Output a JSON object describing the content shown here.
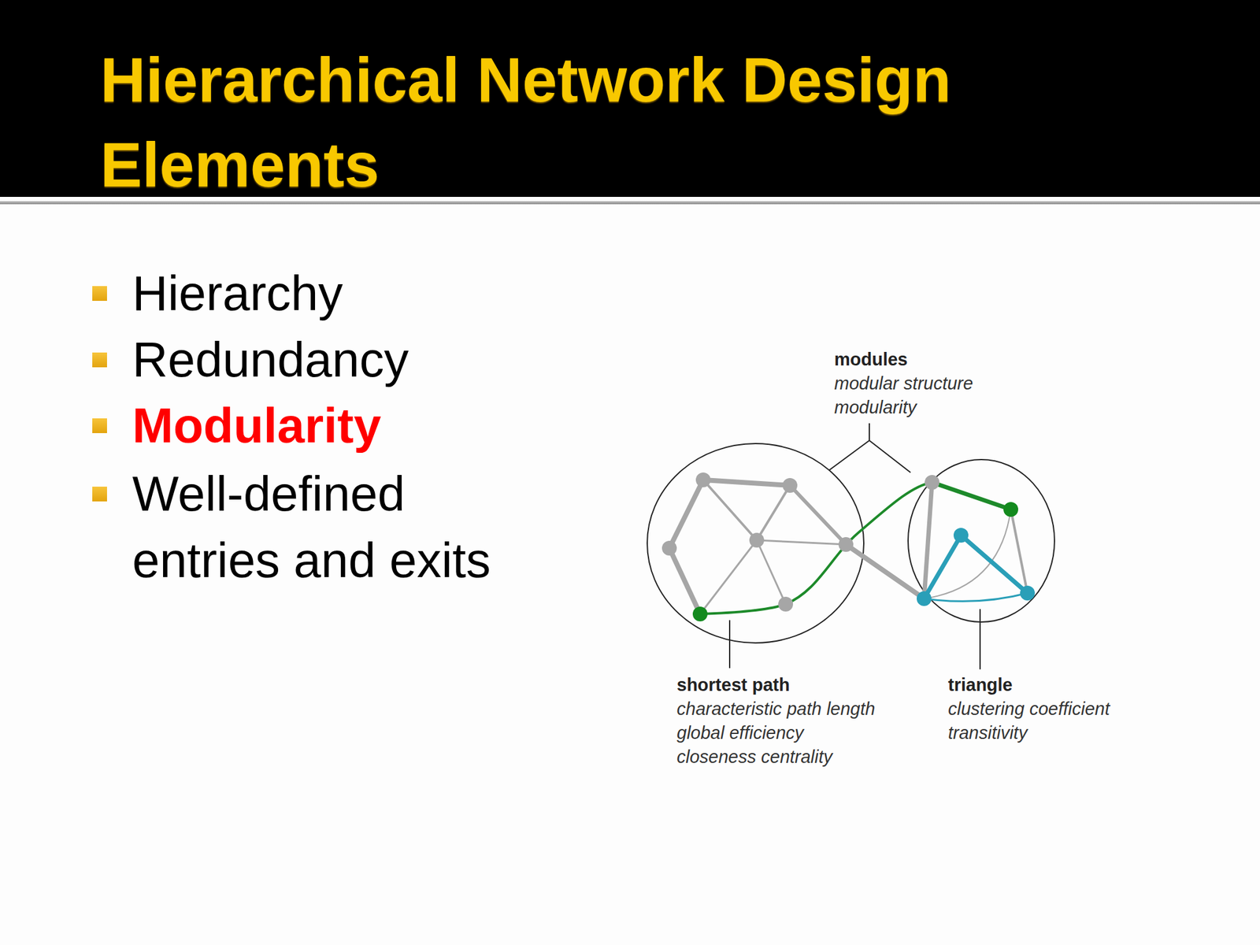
{
  "diagram": {
    "title": "Hierarchical Network Design Elements",
    "labels": [
      "Hierarchy",
      "Redundancy",
      "Modularity",
      "Well-defined entries and exits",
      "modules",
      "modular structure",
      "modularity",
      "shortest path",
      "characteristic path length",
      "global efficiency",
      "closeness centrality",
      "triangle",
      "clustering coefficient",
      "transitivity"
    ]
  }
}
